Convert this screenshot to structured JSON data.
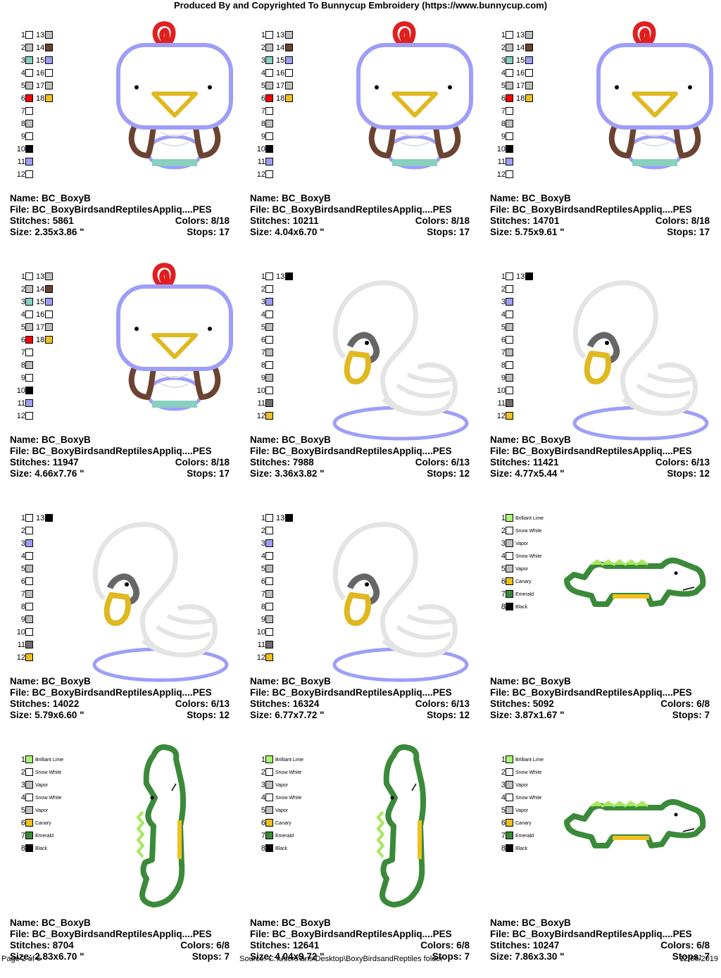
{
  "header": "Produced By and Copyrighted To Bunnycup Embroidery (https://www.bunnycup.com)",
  "footer": {
    "page": "Page 2 of 5",
    "source": "Source: C:\\Users\\ans\\Desktop\\BoxyBirdsandReptiles folder",
    "date": "12/06/2019"
  },
  "labels": {
    "name": "Name:",
    "file": "File:",
    "stitches": "Stitches:",
    "colors": "Colors:",
    "size": "Size:",
    "stops": "Stops:"
  },
  "colors": {
    "white": "#ffffff",
    "gray": "#c0c0c0",
    "brown": "#6b4330",
    "teal": "#88d0c0",
    "lavender": "#9e9ef8",
    "red": "#ff0000",
    "gold": "#f0c020",
    "black": "#000000",
    "darkgray": "#707070",
    "lime": "#a8ff70",
    "emerald": "#3a8a3a"
  },
  "designs": [
    {
      "art": "chick",
      "name": "BC_BoxyB",
      "file": "BC_BoxyBirdsandReptilesAppliq....PES",
      "stitches": "5861",
      "colors": "8/18",
      "size": "2.35x3.86 \"",
      "stops": "17"
    },
    {
      "art": "chick",
      "name": "BC_BoxyB",
      "file": "BC_BoxyBirdsandReptilesAppliq....PES",
      "stitches": "10211",
      "colors": "8/18",
      "size": "4.04x6.70 \"",
      "stops": "17"
    },
    {
      "art": "chick",
      "name": "BC_BoxyB",
      "file": "BC_BoxyBirdsandReptilesAppliq....PES",
      "stitches": "14701",
      "colors": "8/18",
      "size": "5.75x9.61 \"",
      "stops": "17"
    },
    {
      "art": "chick",
      "name": "BC_BoxyB",
      "file": "BC_BoxyBirdsandReptilesAppliq....PES",
      "stitches": "11947",
      "colors": "8/18",
      "size": "4.66x7.76 \"",
      "stops": "17"
    },
    {
      "art": "swan",
      "name": "BC_BoxyB",
      "file": "BC_BoxyBirdsandReptilesAppliq....PES",
      "stitches": "7988",
      "colors": "6/13",
      "size": "3.36x3.82 \"",
      "stops": "12"
    },
    {
      "art": "swan",
      "name": "BC_BoxyB",
      "file": "BC_BoxyBirdsandReptilesAppliq....PES",
      "stitches": "11421",
      "colors": "6/13",
      "size": "4.77x5.44 \"",
      "stops": "12"
    },
    {
      "art": "swan",
      "name": "BC_BoxyB",
      "file": "BC_BoxyBirdsandReptilesAppliq....PES",
      "stitches": "14022",
      "colors": "6/13",
      "size": "5.79x6.60 \"",
      "stops": "12"
    },
    {
      "art": "swan",
      "name": "BC_BoxyB",
      "file": "BC_BoxyBirdsandReptilesAppliq....PES",
      "stitches": "16324",
      "colors": "6/13",
      "size": "6.77x7.72 \"",
      "stops": "12"
    },
    {
      "art": "gator-h",
      "name": "BC_BoxyB",
      "file": "BC_BoxyBirdsandReptilesAppliq....PES",
      "stitches": "5092",
      "colors": "6/8",
      "size": "3.87x1.67 \"",
      "stops": "7"
    },
    {
      "art": "gator-v",
      "name": "BC_BoxyB",
      "file": "BC_BoxyBirdsandReptilesAppliq....PES",
      "stitches": "8704",
      "colors": "6/8",
      "size": "2.83x6.70 \"",
      "stops": "7"
    },
    {
      "art": "gator-v",
      "name": "BC_BoxyB",
      "file": "BC_BoxyBirdsandReptilesAppliq....PES",
      "stitches": "12641",
      "colors": "6/8",
      "size": "4.04x9.72 \"",
      "stops": "7"
    },
    {
      "art": "gator-h",
      "name": "BC_BoxyB",
      "file": "BC_BoxyBirdsandReptilesAppliq....PES",
      "stitches": "10247",
      "colors": "6/8",
      "size": "7.86x3.30 \"",
      "stops": "7"
    }
  ],
  "palettes": {
    "chick": {
      "left": [
        {
          "n": "1",
          "c": "white"
        },
        {
          "n": "2",
          "c": "gray"
        },
        {
          "n": "3",
          "c": "teal"
        },
        {
          "n": "4",
          "c": "white"
        },
        {
          "n": "5",
          "c": "gray"
        },
        {
          "n": "6",
          "c": "red"
        },
        {
          "n": "7",
          "c": "white"
        },
        {
          "n": "8",
          "c": "gray"
        },
        {
          "n": "9",
          "c": "white"
        },
        {
          "n": "10",
          "c": "black"
        },
        {
          "n": "11",
          "c": "lavender"
        },
        {
          "n": "12",
          "c": "white"
        }
      ],
      "right": [
        {
          "n": "13",
          "c": "gray"
        },
        {
          "n": "14",
          "c": "brown"
        },
        {
          "n": "15",
          "c": "lavender"
        },
        {
          "n": "16",
          "c": "white"
        },
        {
          "n": "17",
          "c": "gray"
        },
        {
          "n": "18",
          "c": "gold"
        }
      ]
    },
    "swan": {
      "left": [
        {
          "n": "1",
          "c": "white"
        },
        {
          "n": "2",
          "c": "white"
        },
        {
          "n": "3",
          "c": "lavender"
        },
        {
          "n": "4",
          "c": "white"
        },
        {
          "n": "5",
          "c": "gray"
        },
        {
          "n": "6",
          "c": "white"
        },
        {
          "n": "7",
          "c": "gray"
        },
        {
          "n": "8",
          "c": "white"
        },
        {
          "n": "9",
          "c": "gray"
        },
        {
          "n": "10",
          "c": "white"
        },
        {
          "n": "11",
          "c": "darkgray"
        },
        {
          "n": "12",
          "c": "gold"
        }
      ],
      "right": [
        {
          "n": "13",
          "c": "black"
        }
      ]
    },
    "gator": {
      "left": [
        {
          "n": "1",
          "c": "lime",
          "name": "Brilliant Lime"
        },
        {
          "n": "2",
          "c": "white",
          "name": "Snow White"
        },
        {
          "n": "3",
          "c": "gray",
          "name": "Vapor"
        },
        {
          "n": "4",
          "c": "white",
          "name": "Snow White"
        },
        {
          "n": "5",
          "c": "gray",
          "name": "Vapor"
        },
        {
          "n": "6",
          "c": "gold",
          "name": "Canary"
        },
        {
          "n": "7",
          "c": "emerald",
          "name": "Emerald"
        },
        {
          "n": "8",
          "c": "black",
          "name": "Black"
        }
      ],
      "right": []
    }
  }
}
